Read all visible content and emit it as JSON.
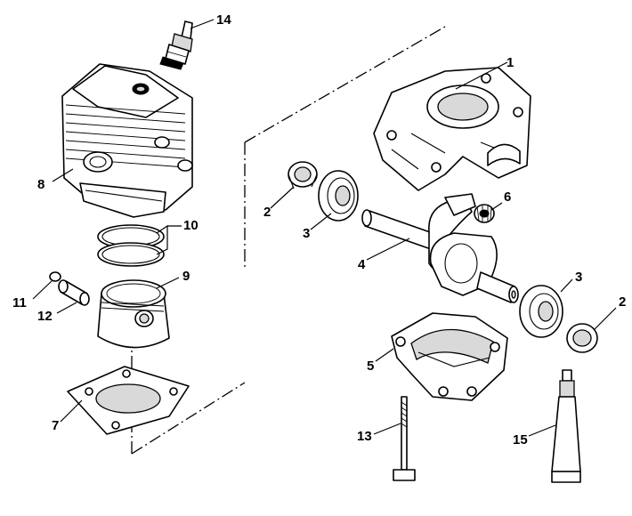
{
  "callouts": {
    "p1": "1",
    "p2a": "2",
    "p2b": "2",
    "p3a": "3",
    "p3b": "3",
    "p4": "4",
    "p5": "5",
    "p6": "6",
    "p7": "7",
    "p8": "8",
    "p9": "9",
    "p10": "10",
    "p11": "11",
    "p12": "12",
    "p13": "13",
    "p14": "14",
    "p15": "15"
  }
}
